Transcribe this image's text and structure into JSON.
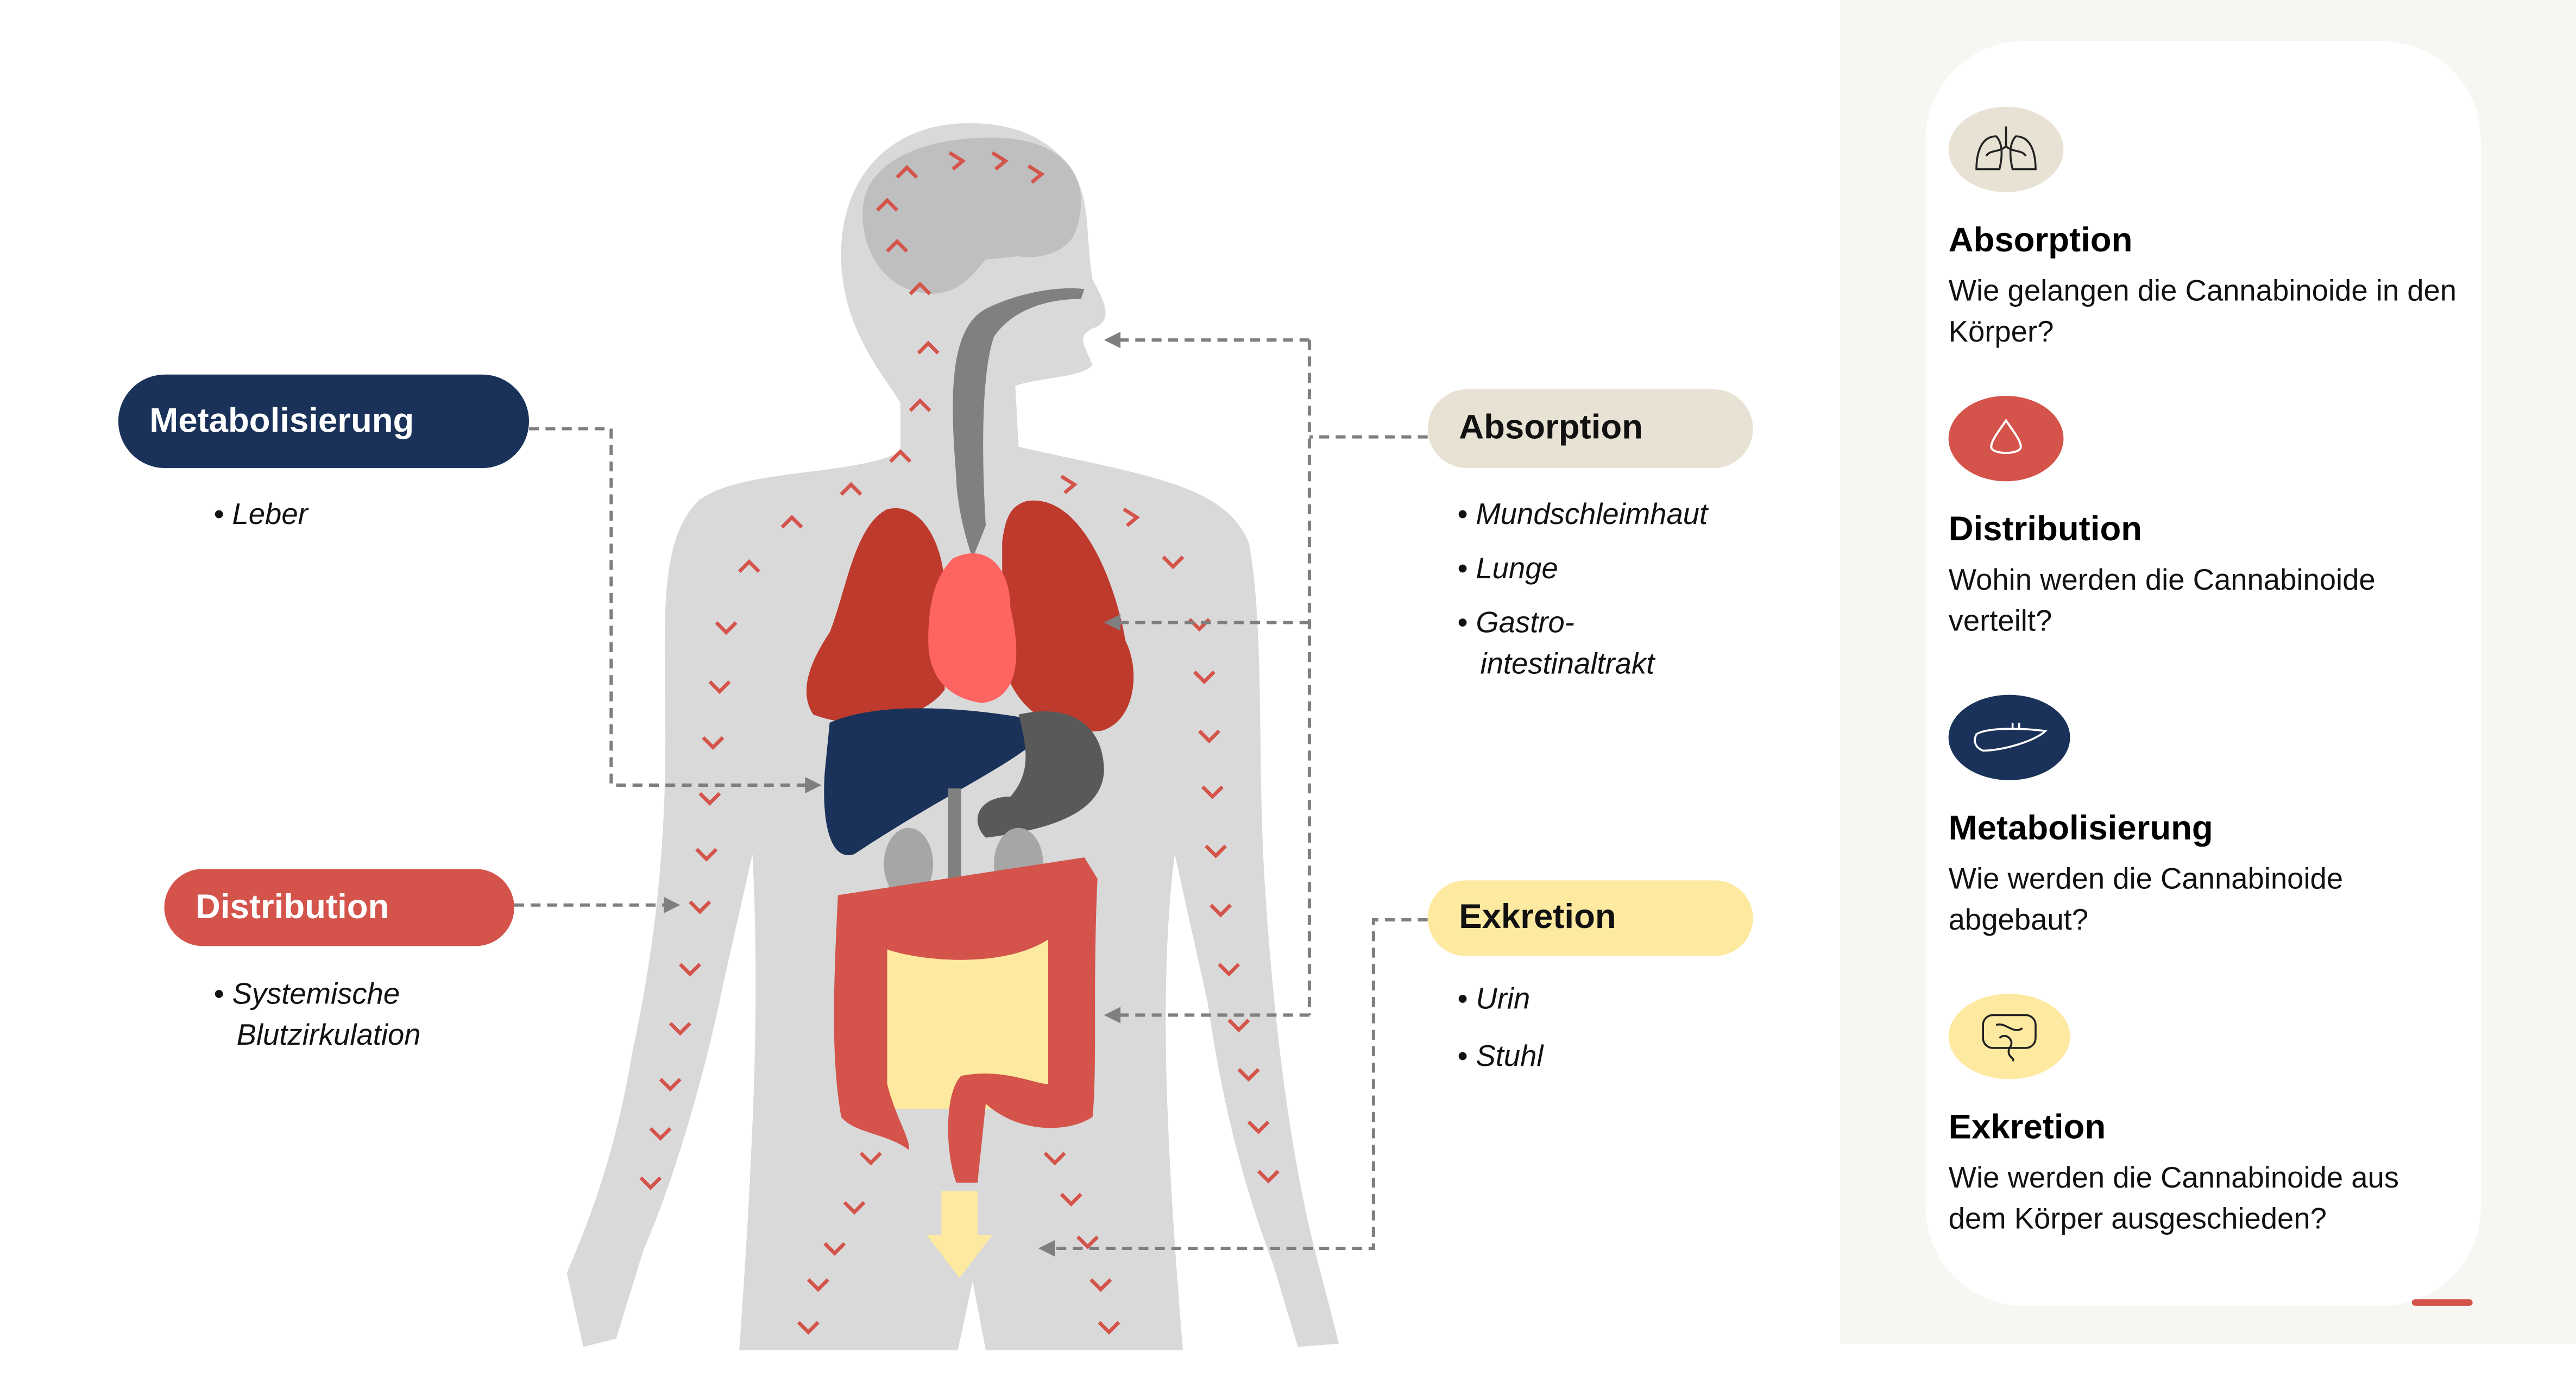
{
  "labels": {
    "metabolisierung": {
      "title": "Metabolisierung",
      "items": [
        "Leber"
      ]
    },
    "distribution": {
      "title": "Distribution",
      "items": [
        "Systemische Blutzirkulation"
      ]
    },
    "absorption": {
      "title": "Absorption",
      "items": [
        "Mundschleimhaut",
        "Lunge",
        "Gastro-intestinaltrakt"
      ]
    },
    "exkretion": {
      "title": "Exkretion",
      "items": [
        "Urin",
        "Stuhl"
      ]
    }
  },
  "panel": {
    "sections": [
      {
        "icon": "lungs-icon",
        "title": "Absorption",
        "text": "Wie gelangen die Cannabinoide in den Körper?"
      },
      {
        "icon": "blood-drop-icon",
        "title": "Distribution",
        "text": "Wohin werden die Cannabinoide verteilt?"
      },
      {
        "icon": "liver-icon",
        "title": "Metabolisierung",
        "text": "Wie werden die Cannabinoide abgebaut?"
      },
      {
        "icon": "intestine-icon",
        "title": "Exkretion",
        "text": "Wie werden die Cannabinoide aus dem Körper ausgeschieden?"
      }
    ]
  },
  "colors": {
    "navy": "#1a3259",
    "red": "#d4534a",
    "beige": "#e8e2d4",
    "yellow": "#fde9a0",
    "body": "#d9d9d9"
  }
}
